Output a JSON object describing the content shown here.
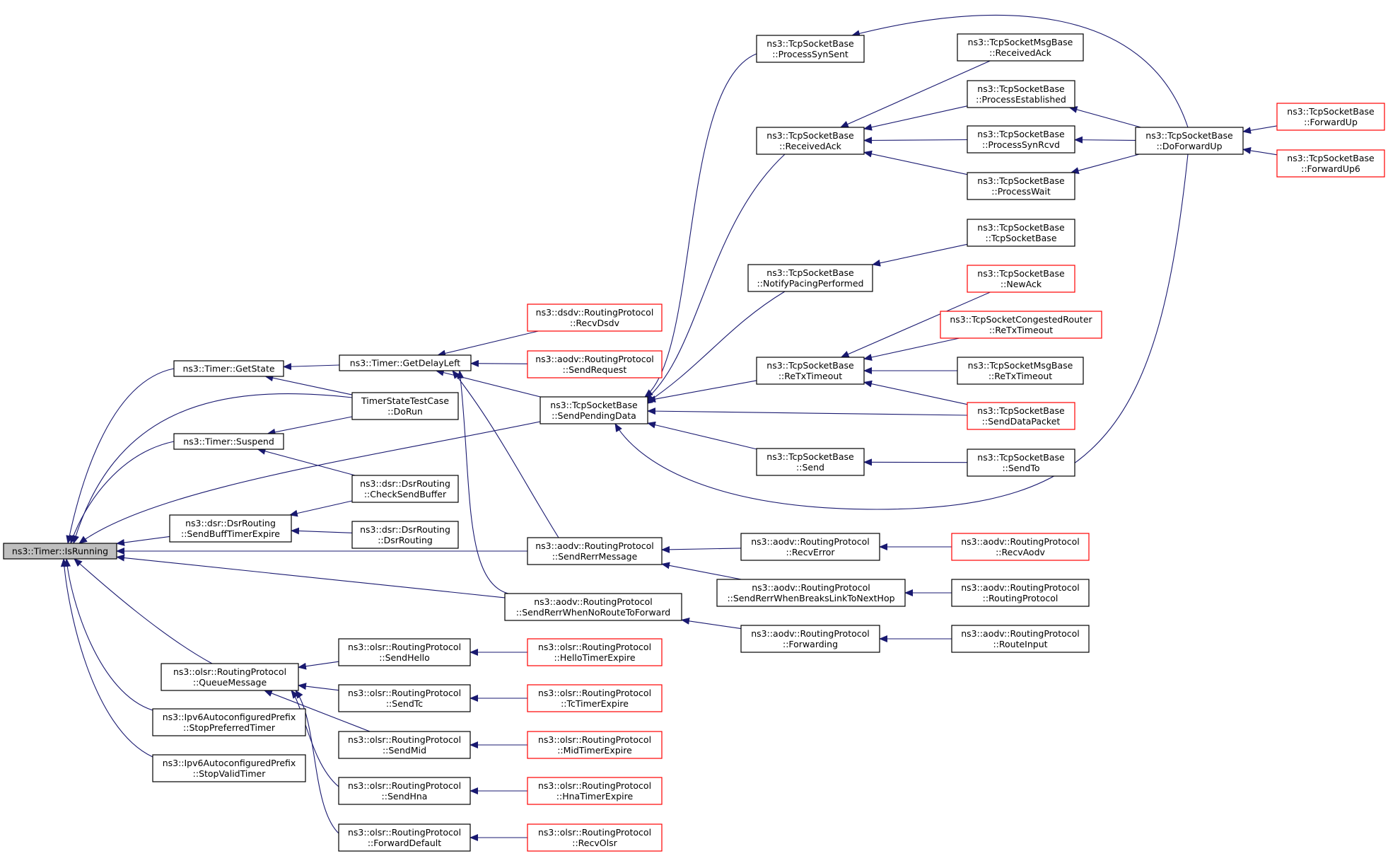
{
  "graph": {
    "title": "",
    "nodes": [
      {
        "id": "is_running",
        "lines": [
          "ns3::Timer::IsRunning"
        ],
        "style": "root"
      },
      {
        "id": "get_state",
        "lines": [
          "ns3::Timer::GetState"
        ],
        "style": "normal"
      },
      {
        "id": "suspend",
        "lines": [
          "ns3::Timer::Suspend"
        ],
        "style": "normal"
      },
      {
        "id": "sendbufftimerexpire",
        "lines": [
          "ns3::dsr::DsrRouting",
          "::SendBuffTimerExpire"
        ],
        "style": "normal"
      },
      {
        "id": "olsr_queuemessage",
        "lines": [
          "ns3::olsr::RoutingProtocol",
          "::QueueMessage"
        ],
        "style": "normal"
      },
      {
        "id": "stop_preferred",
        "lines": [
          "ns3::Ipv6AutoconfiguredPrefix",
          "::StopPreferredTimer"
        ],
        "style": "normal"
      },
      {
        "id": "stop_valid",
        "lines": [
          "ns3::Ipv6AutoconfiguredPrefix",
          "::StopValidTimer"
        ],
        "style": "normal"
      },
      {
        "id": "get_delay_left",
        "lines": [
          "ns3::Timer::GetDelayLeft"
        ],
        "style": "normal"
      },
      {
        "id": "timerstate_dorun",
        "lines": [
          "TimerStateTestCase",
          "::DoRun"
        ],
        "style": "normal"
      },
      {
        "id": "dsr_checksendbuffer",
        "lines": [
          "ns3::dsr::DsrRouting",
          "::CheckSendBuffer"
        ],
        "style": "normal"
      },
      {
        "id": "dsr_dsrrouting",
        "lines": [
          "ns3::dsr::DsrRouting",
          "::DsrRouting"
        ],
        "style": "normal"
      },
      {
        "id": "olsr_sendhello",
        "lines": [
          "ns3::olsr::RoutingProtocol",
          "::SendHello"
        ],
        "style": "normal"
      },
      {
        "id": "olsr_sendtc",
        "lines": [
          "ns3::olsr::RoutingProtocol",
          "::SendTc"
        ],
        "style": "normal"
      },
      {
        "id": "olsr_sendmid",
        "lines": [
          "ns3::olsr::RoutingProtocol",
          "::SendMid"
        ],
        "style": "normal"
      },
      {
        "id": "olsr_sendhna",
        "lines": [
          "ns3::olsr::RoutingProtocol",
          "::SendHna"
        ],
        "style": "normal"
      },
      {
        "id": "olsr_forwarddefault",
        "lines": [
          "ns3::olsr::RoutingProtocol",
          "::ForwardDefault"
        ],
        "style": "normal"
      },
      {
        "id": "dsdv_recvdsdv",
        "lines": [
          "ns3::dsdv::RoutingProtocol",
          "::RecvDsdv"
        ],
        "style": "red"
      },
      {
        "id": "aodv_sendrequest",
        "lines": [
          "ns3::aodv::RoutingProtocol",
          "::SendRequest"
        ],
        "style": "red"
      },
      {
        "id": "tcp_sendpendingdata",
        "lines": [
          "ns3::TcpSocketBase",
          "::SendPendingData"
        ],
        "style": "normal"
      },
      {
        "id": "aodv_sendrerrmessage",
        "lines": [
          "ns3::aodv::RoutingProtocol",
          "::SendRerrMessage"
        ],
        "style": "normal"
      },
      {
        "id": "aodv_sendrerrwhennoroute",
        "lines": [
          "ns3::aodv::RoutingProtocol",
          "::SendRerrWhenNoRouteToForward"
        ],
        "style": "normal"
      },
      {
        "id": "olsr_hellotimerexpire",
        "lines": [
          "ns3::olsr::RoutingProtocol",
          "::HelloTimerExpire"
        ],
        "style": "red"
      },
      {
        "id": "olsr_tctimerexpire",
        "lines": [
          "ns3::olsr::RoutingProtocol",
          "::TcTimerExpire"
        ],
        "style": "red"
      },
      {
        "id": "olsr_midtimerexpire",
        "lines": [
          "ns3::olsr::RoutingProtocol",
          "::MidTimerExpire"
        ],
        "style": "red"
      },
      {
        "id": "olsr_hnatimerexpire",
        "lines": [
          "ns3::olsr::RoutingProtocol",
          "::HnaTimerExpire"
        ],
        "style": "red"
      },
      {
        "id": "olsr_recvolsr",
        "lines": [
          "ns3::olsr::RoutingProtocol",
          "::RecvOlsr"
        ],
        "style": "red"
      },
      {
        "id": "tcp_processsynsent",
        "lines": [
          "ns3::TcpSocketBase",
          "::ProcessSynSent"
        ],
        "style": "normal"
      },
      {
        "id": "tcp_receivedack",
        "lines": [
          "ns3::TcpSocketBase",
          "::ReceivedAck"
        ],
        "style": "normal"
      },
      {
        "id": "tcp_notifypacing",
        "lines": [
          "ns3::TcpSocketBase",
          "::NotifyPacingPerformed"
        ],
        "style": "normal"
      },
      {
        "id": "tcp_retxtimeout",
        "lines": [
          "ns3::TcpSocketBase",
          "::ReTxTimeout"
        ],
        "style": "normal"
      },
      {
        "id": "tcp_send",
        "lines": [
          "ns3::TcpSocketBase",
          "::Send"
        ],
        "style": "normal"
      },
      {
        "id": "aodv_recverror",
        "lines": [
          "ns3::aodv::RoutingProtocol",
          "::RecvError"
        ],
        "style": "normal"
      },
      {
        "id": "aodv_sendrerrbreaks",
        "lines": [
          "ns3::aodv::RoutingProtocol",
          "::SendRerrWhenBreaksLinkToNextHop"
        ],
        "style": "normal"
      },
      {
        "id": "aodv_forwarding",
        "lines": [
          "ns3::aodv::RoutingProtocol",
          "::Forwarding"
        ],
        "style": "normal"
      },
      {
        "id": "tcpmsg_receivedack",
        "lines": [
          "ns3::TcpSocketMsgBase",
          "::ReceivedAck"
        ],
        "style": "normal"
      },
      {
        "id": "tcp_processestablished",
        "lines": [
          "ns3::TcpSocketBase",
          "::ProcessEstablished"
        ],
        "style": "normal"
      },
      {
        "id": "tcp_processsynrcvd",
        "lines": [
          "ns3::TcpSocketBase",
          "::ProcessSynRcvd"
        ],
        "style": "normal"
      },
      {
        "id": "tcp_processwait",
        "lines": [
          "ns3::TcpSocketBase",
          "::ProcessWait"
        ],
        "style": "normal"
      },
      {
        "id": "tcp_tcpsocketbase",
        "lines": [
          "ns3::TcpSocketBase",
          "::TcpSocketBase"
        ],
        "style": "normal"
      },
      {
        "id": "tcp_newack",
        "lines": [
          "ns3::TcpSocketBase",
          "::NewAck"
        ],
        "style": "red"
      },
      {
        "id": "tcpcongested_retx",
        "lines": [
          "ns3::TcpSocketCongestedRouter",
          "::ReTxTimeout"
        ],
        "style": "red"
      },
      {
        "id": "tcpmsg_retxtimeout",
        "lines": [
          "ns3::TcpSocketMsgBase",
          "::ReTxTimeout"
        ],
        "style": "normal"
      },
      {
        "id": "tcp_senddatapacket",
        "lines": [
          "ns3::TcpSocketBase",
          "::SendDataPacket"
        ],
        "style": "red"
      },
      {
        "id": "tcp_sendto",
        "lines": [
          "ns3::TcpSocketBase",
          "::SendTo"
        ],
        "style": "normal"
      },
      {
        "id": "aodv_recvaodv",
        "lines": [
          "ns3::aodv::RoutingProtocol",
          "::RecvAodv"
        ],
        "style": "red"
      },
      {
        "id": "aodv_routingprotocol",
        "lines": [
          "ns3::aodv::RoutingProtocol",
          "::RoutingProtocol"
        ],
        "style": "normal"
      },
      {
        "id": "aodv_routeinput",
        "lines": [
          "ns3::aodv::RoutingProtocol",
          "::RouteInput"
        ],
        "style": "normal"
      },
      {
        "id": "tcp_doforwardup",
        "lines": [
          "ns3::TcpSocketBase",
          "::DoForwardUp"
        ],
        "style": "normal"
      },
      {
        "id": "tcp_forwardup",
        "lines": [
          "ns3::TcpSocketBase",
          "::ForwardUp"
        ],
        "style": "red"
      },
      {
        "id": "tcp_forwardup6",
        "lines": [
          "ns3::TcpSocketBase",
          "::ForwardUp6"
        ],
        "style": "red"
      }
    ],
    "edges": [
      {
        "from": "get_state",
        "to": "is_running"
      },
      {
        "from": "suspend",
        "to": "is_running"
      },
      {
        "from": "sendbufftimerexpire",
        "to": "is_running"
      },
      {
        "from": "olsr_queuemessage",
        "to": "is_running"
      },
      {
        "from": "stop_preferred",
        "to": "is_running"
      },
      {
        "from": "stop_valid",
        "to": "is_running"
      },
      {
        "from": "timerstate_dorun",
        "to": "is_running"
      },
      {
        "from": "tcp_sendpendingdata",
        "to": "is_running"
      },
      {
        "from": "aodv_sendrerrmessage",
        "to": "is_running"
      },
      {
        "from": "aodv_sendrerrwhennoroute",
        "to": "is_running"
      },
      {
        "from": "get_delay_left",
        "to": "get_state"
      },
      {
        "from": "timerstate_dorun",
        "to": "get_state"
      },
      {
        "from": "timerstate_dorun",
        "to": "suspend"
      },
      {
        "from": "dsr_checksendbuffer",
        "to": "suspend"
      },
      {
        "from": "dsr_checksendbuffer",
        "to": "sendbufftimerexpire"
      },
      {
        "from": "dsr_dsrrouting",
        "to": "sendbufftimerexpire"
      },
      {
        "from": "olsr_sendhello",
        "to": "olsr_queuemessage"
      },
      {
        "from": "olsr_sendtc",
        "to": "olsr_queuemessage"
      },
      {
        "from": "olsr_sendmid",
        "to": "olsr_queuemessage"
      },
      {
        "from": "olsr_sendhna",
        "to": "olsr_queuemessage"
      },
      {
        "from": "olsr_forwarddefault",
        "to": "olsr_queuemessage"
      },
      {
        "from": "dsdv_recvdsdv",
        "to": "get_delay_left"
      },
      {
        "from": "aodv_sendrequest",
        "to": "get_delay_left"
      },
      {
        "from": "tcp_sendpendingdata",
        "to": "get_delay_left"
      },
      {
        "from": "aodv_sendrerrmessage",
        "to": "get_delay_left"
      },
      {
        "from": "aodv_sendrerrwhennoroute",
        "to": "get_delay_left"
      },
      {
        "from": "olsr_hellotimerexpire",
        "to": "olsr_sendhello"
      },
      {
        "from": "olsr_tctimerexpire",
        "to": "olsr_sendtc"
      },
      {
        "from": "olsr_midtimerexpire",
        "to": "olsr_sendmid"
      },
      {
        "from": "olsr_hnatimerexpire",
        "to": "olsr_sendhna"
      },
      {
        "from": "olsr_recvolsr",
        "to": "olsr_forwarddefault"
      },
      {
        "from": "tcp_processsynsent",
        "to": "tcp_sendpendingdata"
      },
      {
        "from": "tcp_receivedack",
        "to": "tcp_sendpendingdata"
      },
      {
        "from": "tcp_notifypacing",
        "to": "tcp_sendpendingdata"
      },
      {
        "from": "tcp_retxtimeout",
        "to": "tcp_sendpendingdata"
      },
      {
        "from": "tcp_senddatapacket",
        "to": "tcp_sendpendingdata"
      },
      {
        "from": "tcp_send",
        "to": "tcp_sendpendingdata"
      },
      {
        "from": "tcp_doforwardup",
        "to": "tcp_sendpendingdata"
      },
      {
        "from": "aodv_recverror",
        "to": "aodv_sendrerrmessage"
      },
      {
        "from": "aodv_sendrerrbreaks",
        "to": "aodv_sendrerrmessage"
      },
      {
        "from": "aodv_forwarding",
        "to": "aodv_sendrerrwhennoroute"
      },
      {
        "from": "tcp_doforwardup",
        "to": "tcp_processsynsent"
      },
      {
        "from": "tcpmsg_receivedack",
        "to": "tcp_receivedack"
      },
      {
        "from": "tcp_processestablished",
        "to": "tcp_receivedack"
      },
      {
        "from": "tcp_processsynrcvd",
        "to": "tcp_receivedack"
      },
      {
        "from": "tcp_processwait",
        "to": "tcp_receivedack"
      },
      {
        "from": "tcp_tcpsocketbase",
        "to": "tcp_notifypacing"
      },
      {
        "from": "tcp_newack",
        "to": "tcp_retxtimeout"
      },
      {
        "from": "tcpcongested_retx",
        "to": "tcp_retxtimeout"
      },
      {
        "from": "tcpmsg_retxtimeout",
        "to": "tcp_retxtimeout"
      },
      {
        "from": "tcp_senddatapacket",
        "to": "tcp_retxtimeout"
      },
      {
        "from": "tcp_sendto",
        "to": "tcp_send"
      },
      {
        "from": "aodv_recvaodv",
        "to": "aodv_recverror"
      },
      {
        "from": "aodv_routingprotocol",
        "to": "aodv_sendrerrbreaks"
      },
      {
        "from": "aodv_routeinput",
        "to": "aodv_forwarding"
      },
      {
        "from": "tcp_doforwardup",
        "to": "tcp_processestablished"
      },
      {
        "from": "tcp_doforwardup",
        "to": "tcp_processsynrcvd"
      },
      {
        "from": "tcp_doforwardup",
        "to": "tcp_processwait"
      },
      {
        "from": "tcp_forwardup",
        "to": "tcp_doforwardup"
      },
      {
        "from": "tcp_forwardup6",
        "to": "tcp_doforwardup"
      }
    ]
  }
}
